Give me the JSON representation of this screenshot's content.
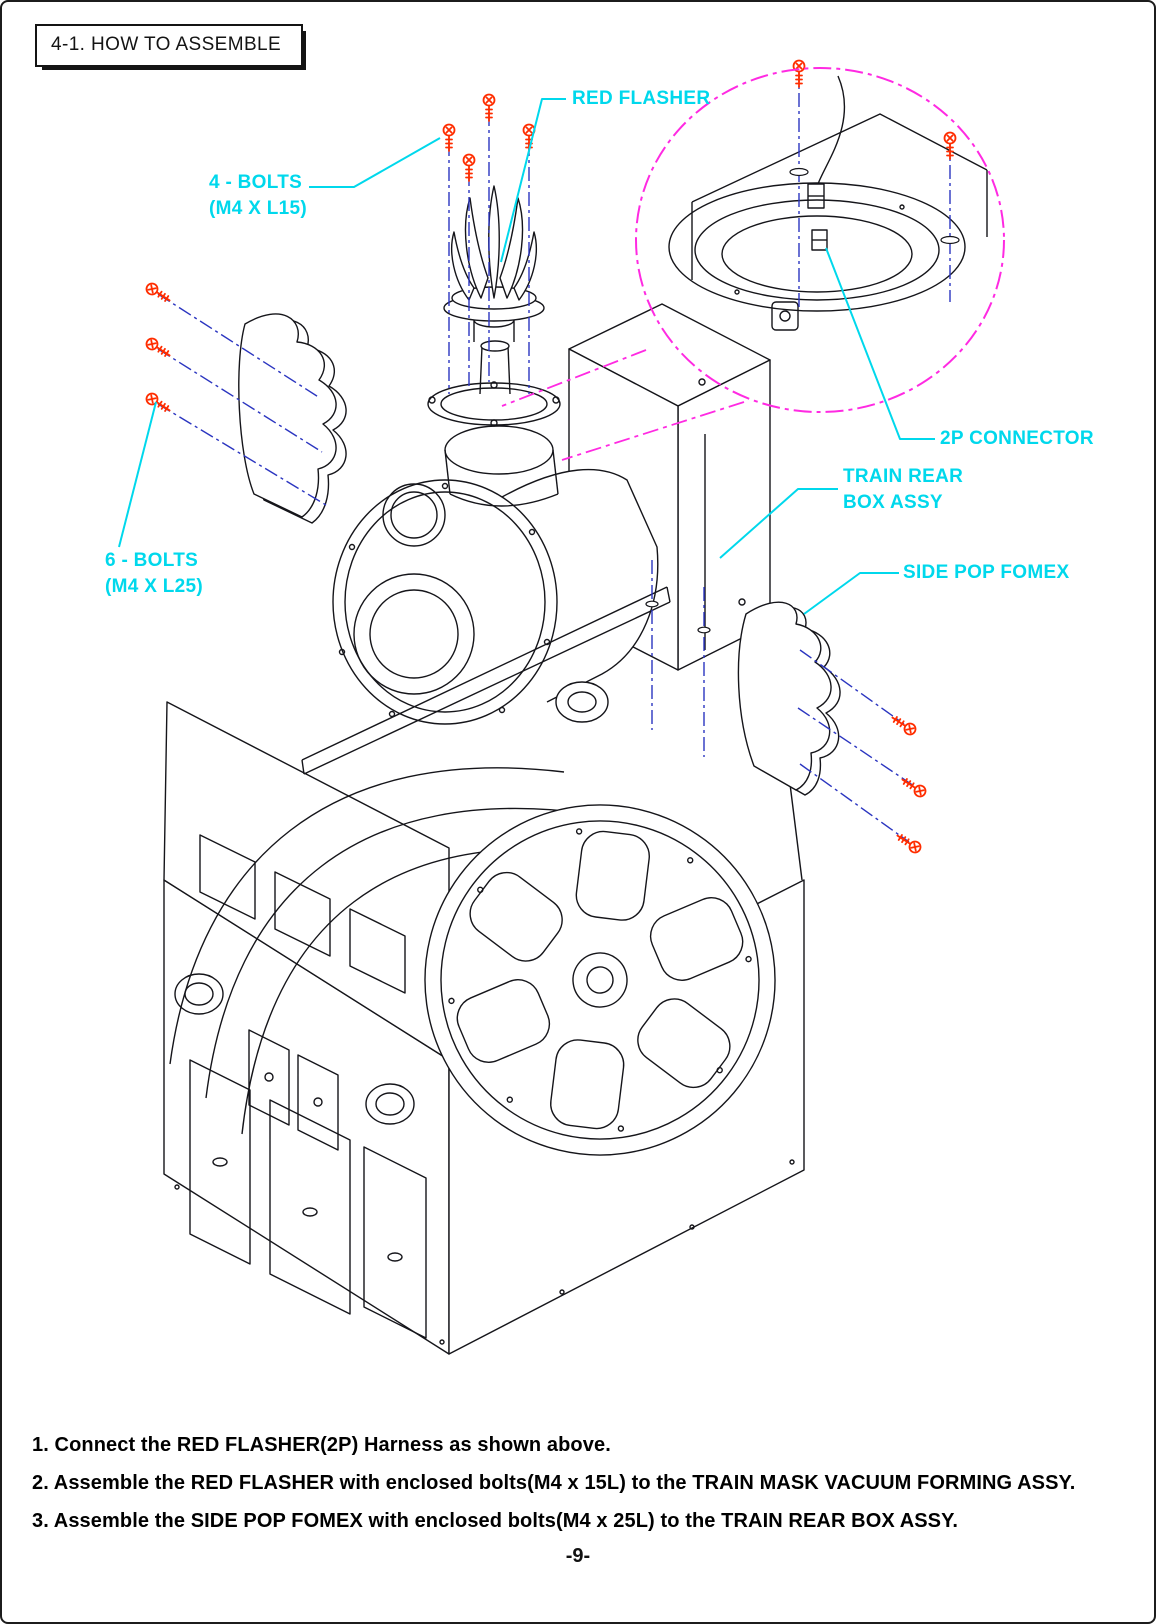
{
  "page": {
    "title": "4-1. HOW TO ASSEMBLE",
    "page_number": "-9-"
  },
  "callouts": {
    "red_flasher": "RED FLASHER",
    "bolts_4": {
      "line1": "4 - BOLTS",
      "line2": "(M4 X L15)"
    },
    "bolts_6": {
      "line1": "6 - BOLTS",
      "line2": "(M4 X L25)"
    },
    "connector_2p": "2P CONNECTOR",
    "train_rear_box": {
      "line1": "TRAIN REAR",
      "line2": "BOX ASSY"
    },
    "side_pop_fomex": "SIDE POP FOMEX"
  },
  "instructions": [
    "1. Connect the RED FLASHER(2P) Harness as shown above.",
    "2. Assemble the  RED FLASHER with enclosed bolts(M4 x 15L) to the TRAIN MASK VACUUM FORMING ASSY.",
    "3. Assemble the SIDE POP FOMEX with enclosed bolts(M4 x 25L) to the TRAIN REAR BOX ASSY."
  ],
  "colors": {
    "callout_cyan": "#00d8ec",
    "detail_magenta": "#ff2ae2",
    "leader_blue": "#2b35c0",
    "bolt_red": "#ff2d00",
    "ink": "#15151a"
  }
}
